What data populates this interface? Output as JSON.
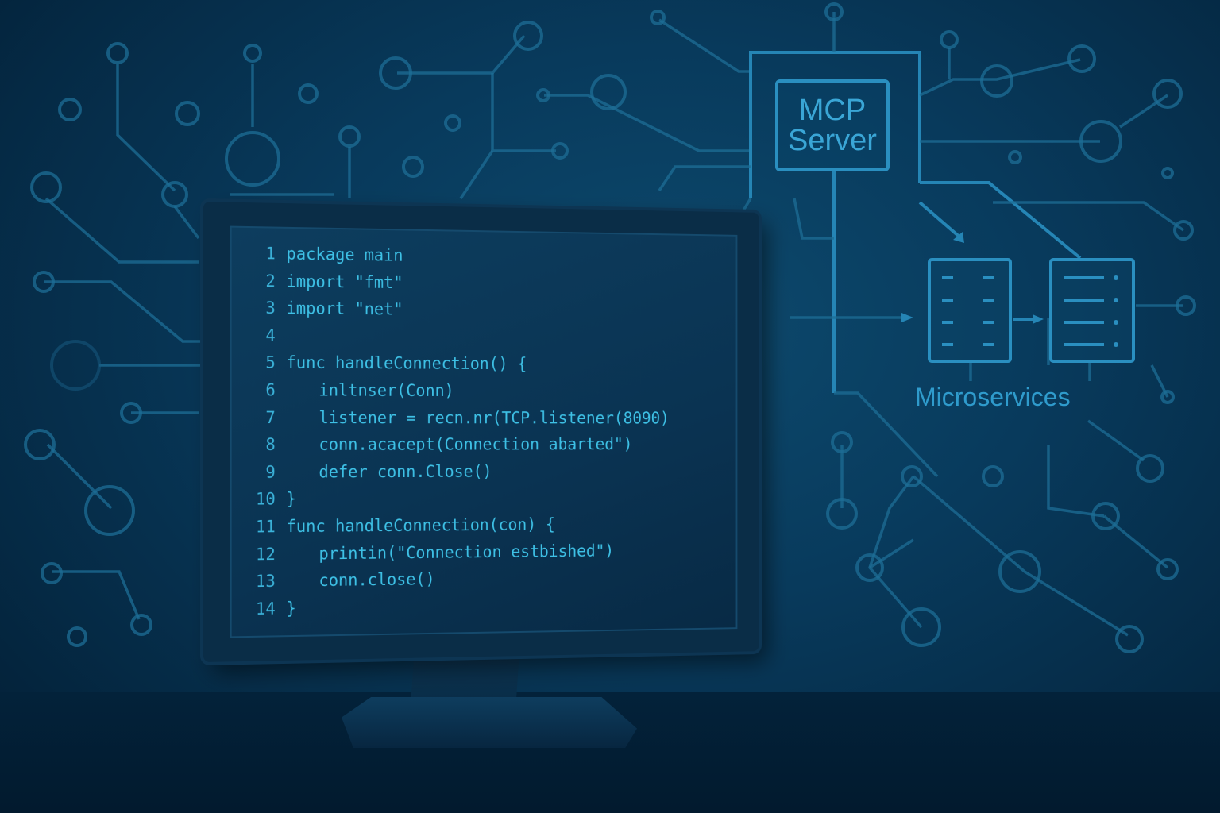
{
  "server": {
    "line1": "MCP",
    "line2": "Server"
  },
  "microservices": {
    "label": "Microservices"
  },
  "code": {
    "lines": [
      {
        "num": "1",
        "text": "package main",
        "indent": 0
      },
      {
        "num": "2",
        "text": "import \"fmt\"",
        "indent": 0
      },
      {
        "num": "3",
        "text": "import \"net\"",
        "indent": 0
      },
      {
        "num": "4",
        "text": "",
        "indent": 0
      },
      {
        "num": "5",
        "text": "func handleConnection() {",
        "indent": 0
      },
      {
        "num": "6",
        "text": "inltnser(Conn)",
        "indent": 1
      },
      {
        "num": "7",
        "text": "listener = recn.nr(TCP.listener(8090)",
        "indent": 1
      },
      {
        "num": "8",
        "text": "conn.acacept(Connection abarted\")",
        "indent": 1
      },
      {
        "num": "9",
        "text": "defer conn.Close()",
        "indent": 1
      },
      {
        "num": "10",
        "text": "}",
        "indent": 0
      },
      {
        "num": "11",
        "text": "func handleConnection(con) {",
        "indent": 0
      },
      {
        "num": "12",
        "text": "printin(\"Connection estbished\")",
        "indent": 1
      },
      {
        "num": "13",
        "text": "conn.close()",
        "indent": 1
      },
      {
        "num": "14",
        "text": "}",
        "indent": 0
      }
    ]
  },
  "colors": {
    "background": "#062b47",
    "accent": "#3ec1e6",
    "circuit": "#1d6d96"
  }
}
